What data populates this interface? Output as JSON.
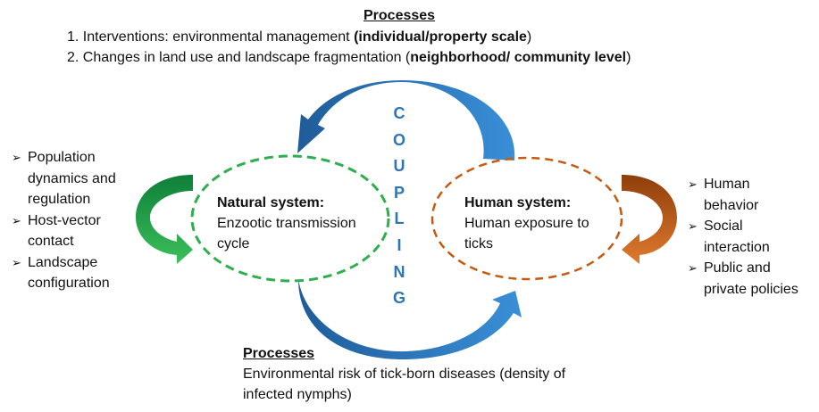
{
  "top_processes": {
    "heading": "Processes",
    "line1_prefix": "1. Interventions: environmental management ",
    "line1_bold": "(individual/property scale",
    "line1_suffix": ")",
    "line2_prefix": "2. Changes in land use and landscape fragmentation (",
    "line2_bold": "neighborhood/ community level",
    "line2_suffix": ")"
  },
  "bottom_processes": {
    "heading": "Processes",
    "line1": "Environmental risk of tick-born diseases (density of",
    "line2": "infected nymphs)"
  },
  "coupling_letters": [
    "C",
    "O",
    "U",
    "P",
    "L",
    "I",
    "N",
    "G"
  ],
  "natural_system": {
    "title": "Natural system:",
    "line1": "Enzootic transmission",
    "line2": "cycle"
  },
  "human_system": {
    "title": "Human system:",
    "line1": "Human exposure to",
    "line2": "ticks"
  },
  "bullet_glyph": "➢",
  "left_factors": [
    [
      "Population",
      "dynamics and",
      "regulation"
    ],
    [
      "Host-vector",
      "contact"
    ],
    [
      "Landscape",
      "configuration"
    ]
  ],
  "right_factors": [
    [
      "Human",
      "behavior"
    ],
    [
      "Social",
      "interaction"
    ],
    [
      "Public and",
      "private policies"
    ]
  ],
  "colors": {
    "coupling_blue": "#2E75B6",
    "arrow_blue_dark": "#1F5C99",
    "arrow_blue_light": "#3A8FD8",
    "natural_green": "#2EAE4E",
    "green_dark": "#0E7F3A",
    "green_light": "#3CC05A",
    "human_orange": "#C55A11",
    "orange_dark": "#8E3E0C",
    "orange_light": "#E07A2E"
  }
}
